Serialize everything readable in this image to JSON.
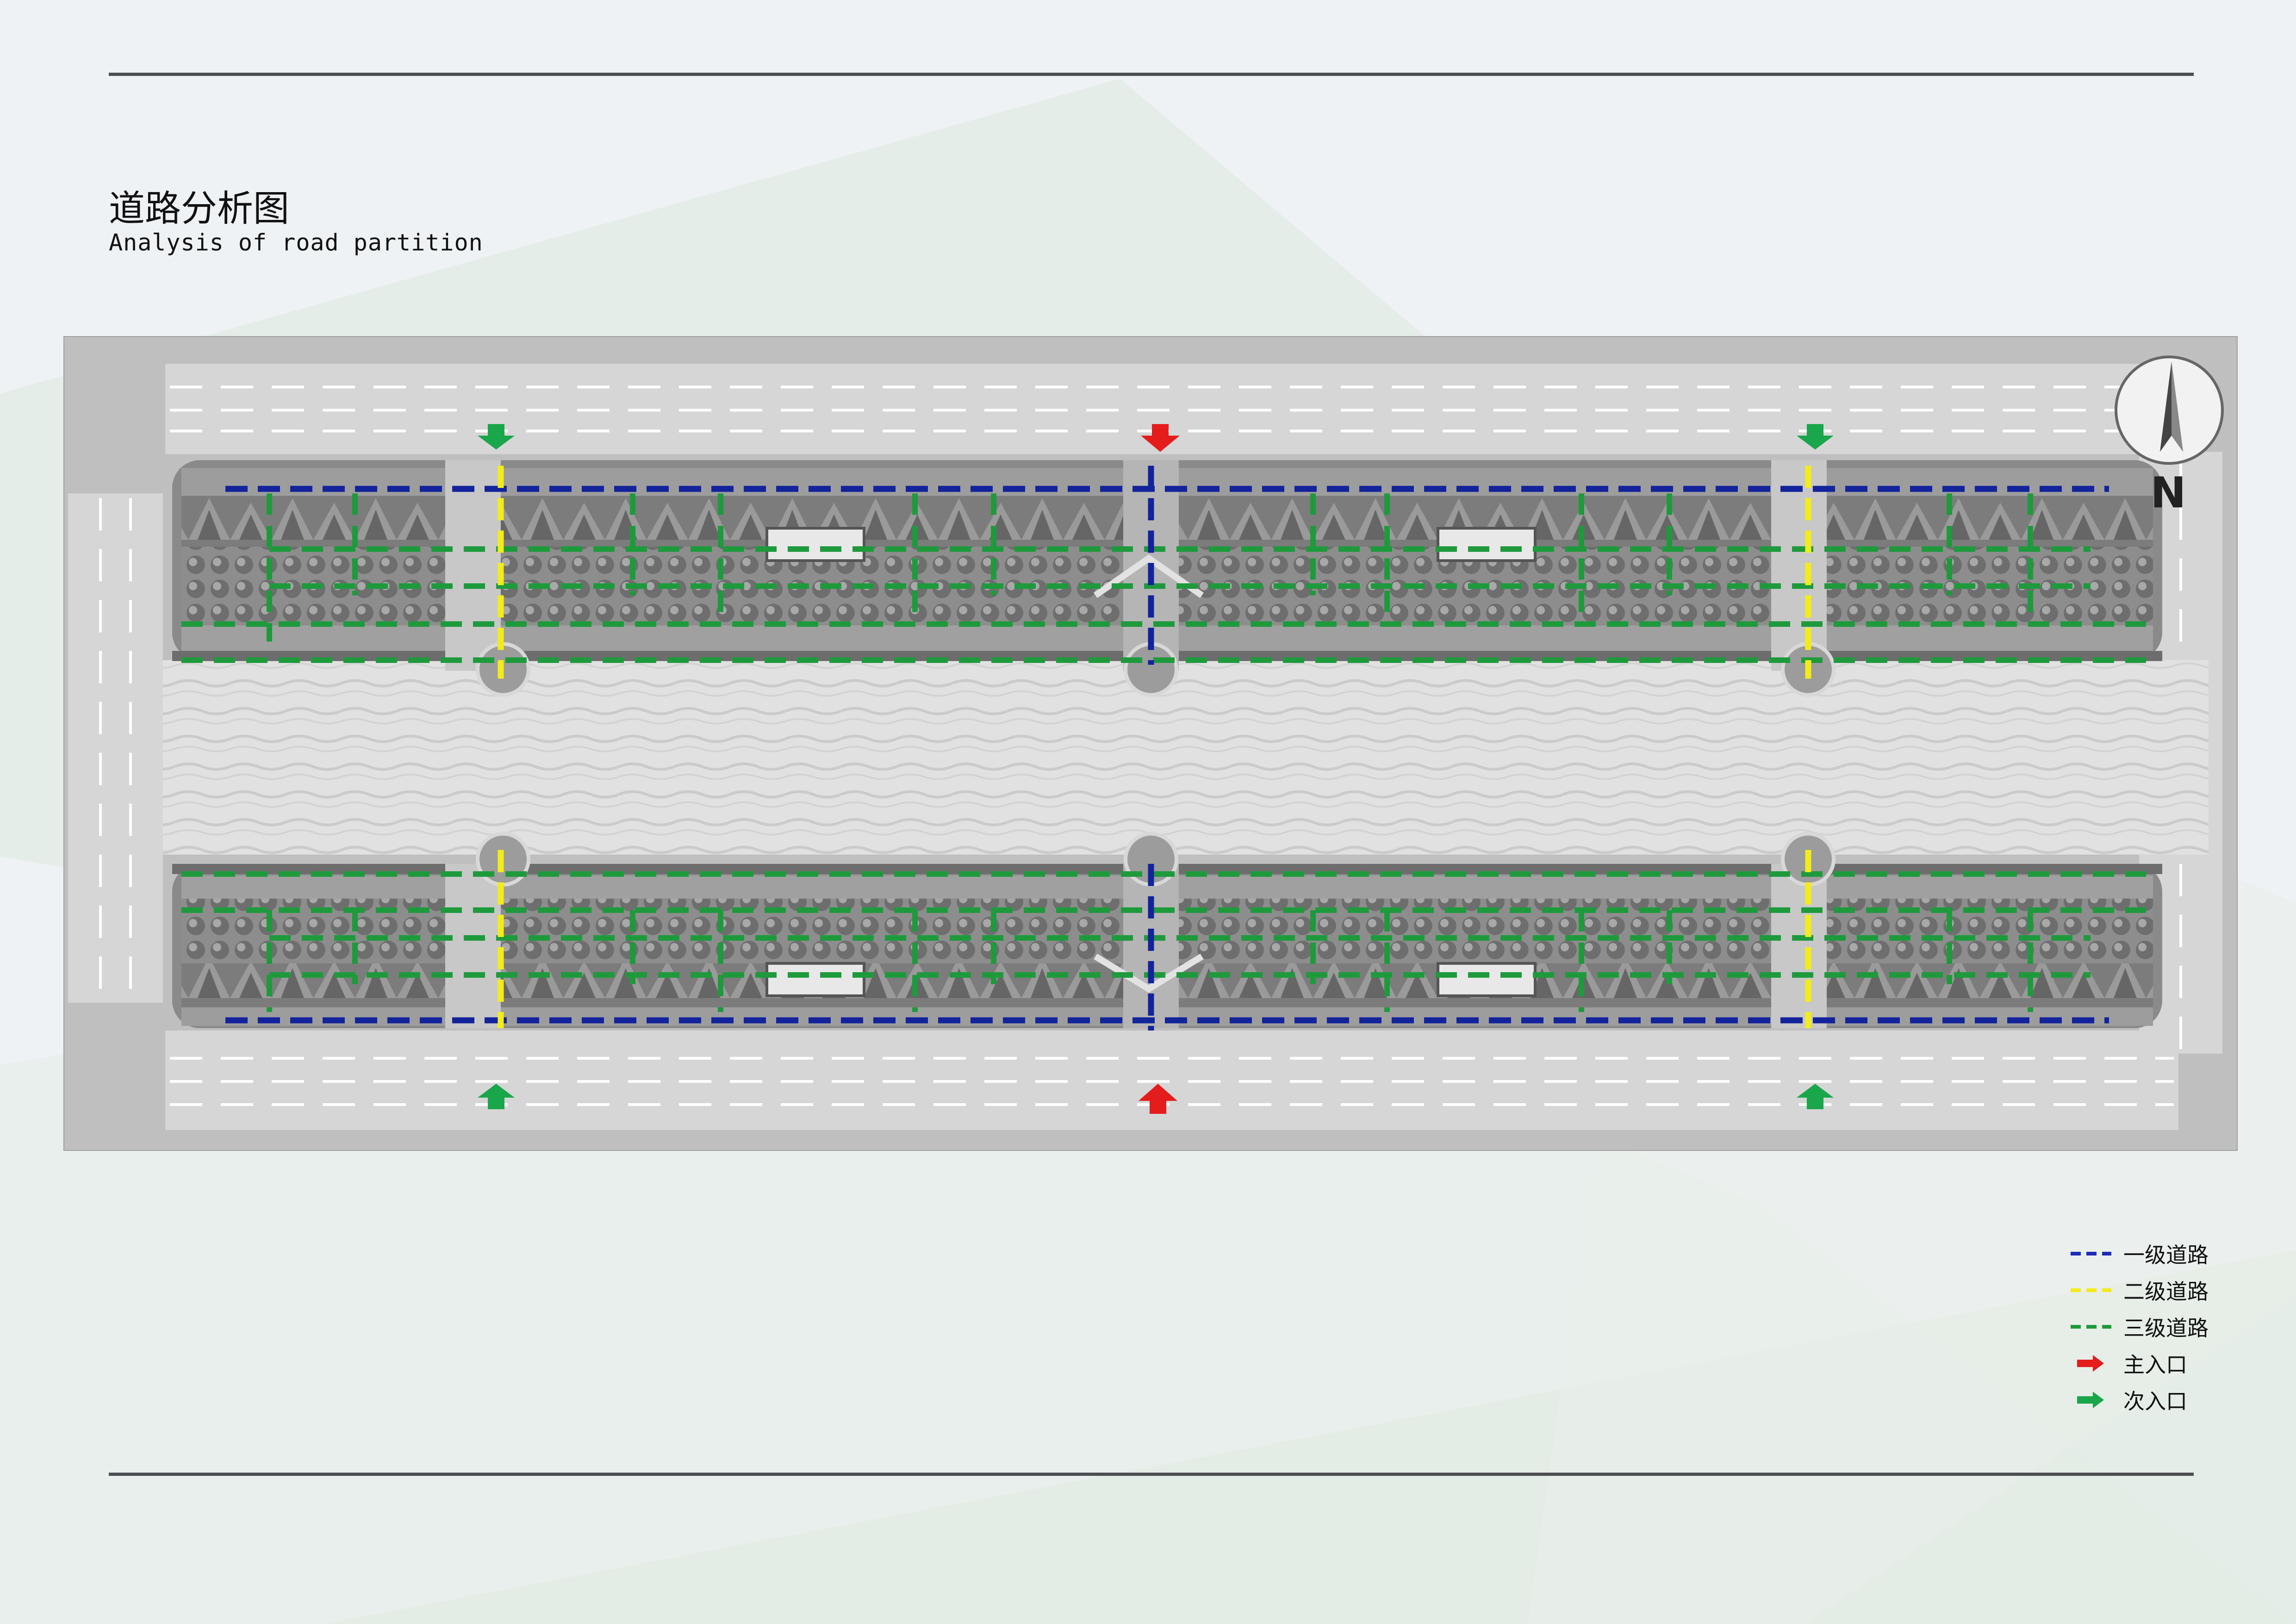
{
  "header": {
    "title_zh": "道路分析图",
    "title_en": "Analysis of road partition"
  },
  "plan": {
    "north_label": "N"
  },
  "legend": {
    "items": [
      {
        "label": "一级道路",
        "kind": "dash",
        "color": "#1f2bb8"
      },
      {
        "label": "二级道路",
        "kind": "dash",
        "color": "#f4ea1a"
      },
      {
        "label": "三级道路",
        "kind": "dash",
        "color": "#1f9a3a"
      },
      {
        "label": "主入口",
        "kind": "arrow",
        "color": "#e51c1c"
      },
      {
        "label": "次入口",
        "kind": "arrow",
        "color": "#1aa64a"
      }
    ]
  },
  "colors": {
    "primary_road": "#12239b",
    "secondary_road": "#f2ec1b",
    "tertiary_road": "#1e9a3c",
    "main_entrance": "#e51c1c",
    "secondary_entrance": "#1aa64a"
  }
}
